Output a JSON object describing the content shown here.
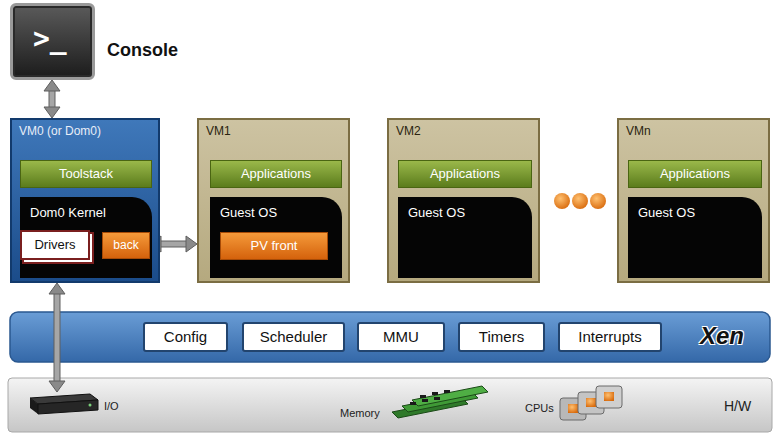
{
  "diagram": {
    "nodes": [
      {
        "text": [
          ">_",
          "Console"
        ]
      },
      {
        "text": [
          "VM0 (or Dom0)"
        ]
      },
      {
        "text": [
          "Toolstack"
        ],
        "in": 1
      },
      {
        "text": [
          "Dom0 Kernel"
        ],
        "in": 1
      },
      {
        "text": [
          "Drivers"
        ],
        "in": 3
      },
      {
        "text": [
          "back"
        ],
        "in": 3
      },
      {
        "text": [
          "VM1"
        ]
      },
      {
        "text": [
          "Applications"
        ],
        "in": 6
      },
      {
        "text": [
          "Guest OS"
        ],
        "in": 6
      },
      {
        "text": [
          "PV front"
        ],
        "in": 8
      },
      {
        "text": [
          "VM2"
        ]
      },
      {
        "text": [
          "Applications"
        ],
        "in": 10
      },
      {
        "text": [
          "Guest OS"
        ],
        "in": 10
      },
      {
        "text": [
          "VMn"
        ]
      },
      {
        "text": [
          "Applications"
        ],
        "in": 13
      },
      {
        "text": [
          "Guest OS"
        ],
        "in": 13
      },
      {
        "text": [
          "Xen"
        ]
      },
      {
        "text": [
          "Config"
        ],
        "in": 16
      },
      {
        "text": [
          "Scheduler"
        ],
        "in": 16
      },
      {
        "text": [
          "MMU"
        ],
        "in": 16
      },
      {
        "text": [
          "Timers"
        ],
        "in": 16
      },
      {
        "text": [
          "Interrupts"
        ],
        "in": 16
      },
      {
        "text": [
          "Memory",
          "CPUs",
          "H/W"
        ]
      },
      {
        "text": [
          "I/O"
        ],
        "in": 22
      }
    ],
    "edges": [
      {
        "from": 0,
        "to": 1,
        "arrow": "both"
      },
      {
        "from": 5,
        "to": 6,
        "arrow": "both"
      },
      {
        "from": 1,
        "to": 23,
        "arrow": "both"
      }
    ]
  }
}
